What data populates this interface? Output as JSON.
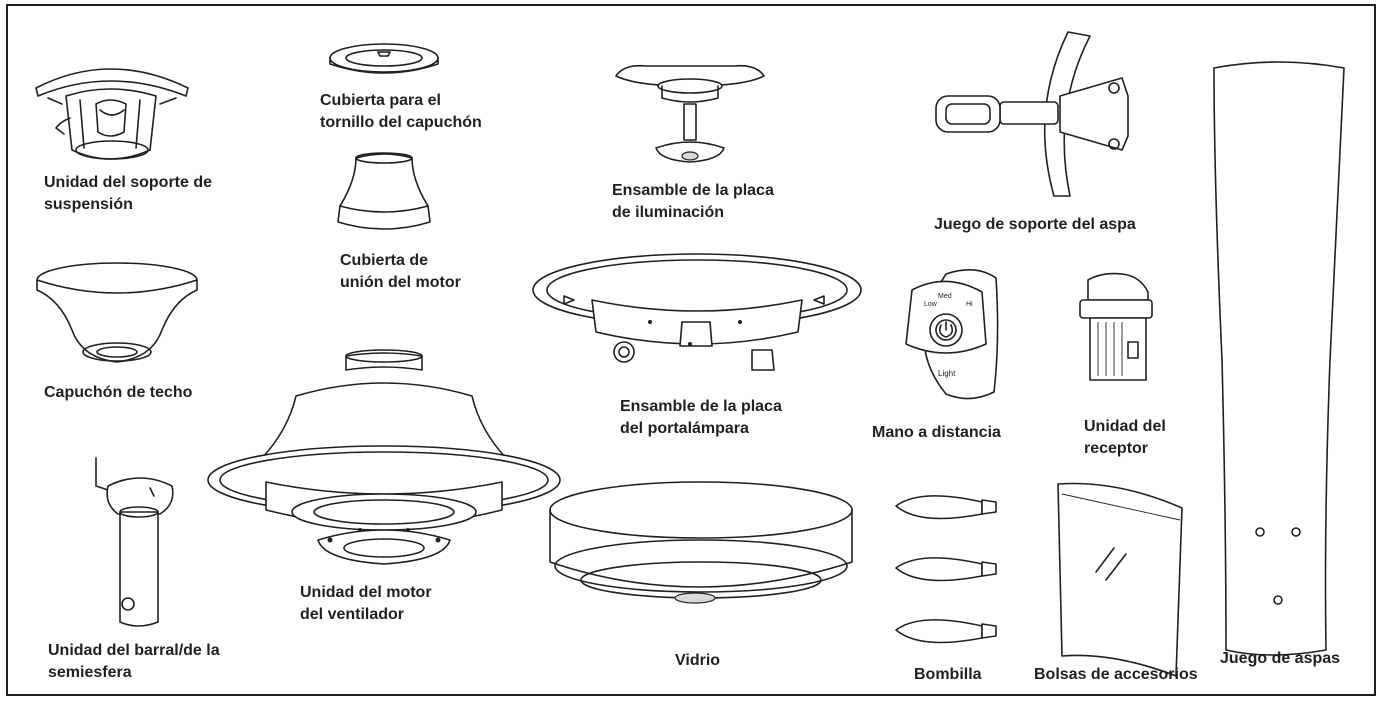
{
  "parts": {
    "hanger_bracket": [
      "Unidad del soporte de",
      "suspensión"
    ],
    "canopy_screw_cover": [
      "Cubierta para el",
      "tornillo del capuchón"
    ],
    "motor_coupling_cover": [
      "Cubierta de",
      "unión del motor"
    ],
    "canopy": [
      "Capuchón de techo"
    ],
    "downrod_ball": [
      "Unidad del barral/de la",
      "semiesfera"
    ],
    "motor_assembly": [
      "Unidad del motor",
      "del ventilador"
    ],
    "light_plate": [
      "Ensamble de la placa",
      "de iluminación"
    ],
    "lampholder_plate": [
      "Ensamble de la placa",
      "del portalámpara"
    ],
    "glass": [
      "Vidrio"
    ],
    "blade_arm_set": [
      "Juego de soporte del aspa"
    ],
    "remote": [
      "Mano a distancia"
    ],
    "receiver": [
      "Unidad del",
      "receptor"
    ],
    "bulb": [
      "Bombilla"
    ],
    "hardware_bags": [
      "Bolsas de accesorios"
    ],
    "blade_set": [
      "Juego de aspas"
    ]
  },
  "remote_buttons": {
    "low": "Low",
    "med": "Med",
    "hi": "Hi",
    "light": "Light"
  }
}
